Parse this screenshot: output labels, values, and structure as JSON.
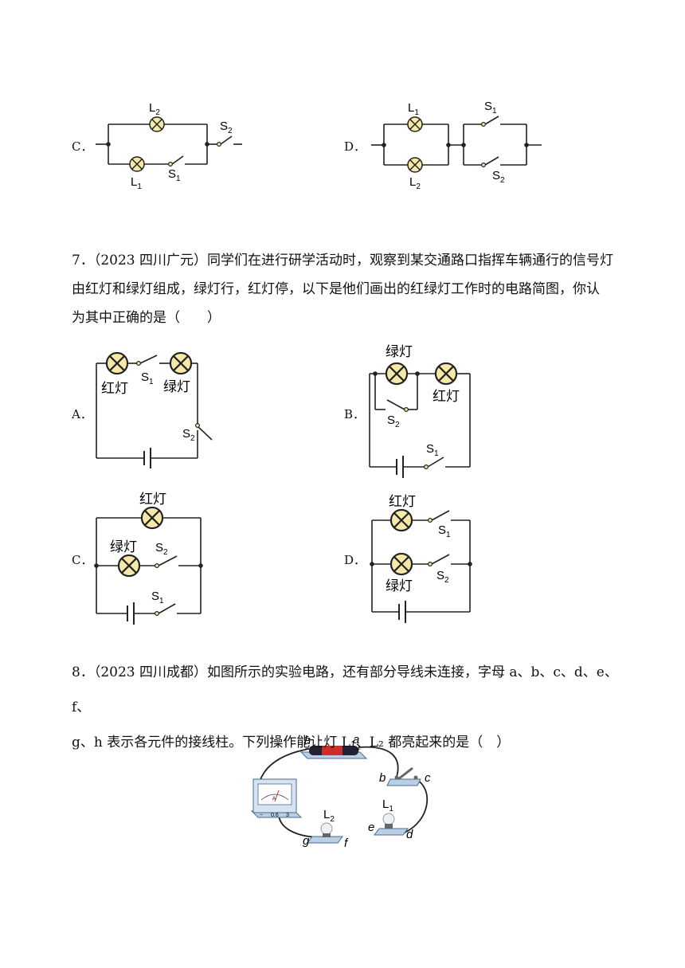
{
  "q6": {
    "optC": "C．",
    "optD": "D．",
    "c_labels": {
      "l2": "L",
      "l2s": "2",
      "l1": "L",
      "l1s": "1",
      "s2": "S",
      "s2s": "2",
      "s1": "S",
      "s1s": "1"
    },
    "d_labels": {
      "l1": "L",
      "l1s": "1",
      "l2": "L",
      "l2s": "2",
      "s1": "S",
      "s1s": "1",
      "s2": "S",
      "s2s": "2"
    }
  },
  "q7": {
    "line1": "7．（2023 四川广元）同学们在进行研学活动时，观察到某交通路口指挥车辆通行的信号灯",
    "line2": "由红灯和绿灯组成，绿灯行，红灯停，以下是他们画出的红绿灯工作时的电路简图，你认",
    "line3": "为其中正确的是（　　）",
    "optA": "A．",
    "optB": "B．",
    "optC": "C．",
    "optD": "D．",
    "red": "红灯",
    "green": "绿灯",
    "s1": "S",
    "s1s": "1",
    "s2": "S",
    "s2s": "2"
  },
  "q8": {
    "line1": "8．（2023 四川成都）如图所示的实验电路，还有部分导线未连接，字母 a、b、c、d、e、f、",
    "line2": "g、h 表示各元件的接线柱。下列操作能让灯 L₁、L₂ 都亮起来的是（　）",
    "terminals": {
      "a": "a",
      "b": "b",
      "c": "c",
      "d": "d",
      "e": "e",
      "f": "f",
      "g": "g",
      "h": "h"
    },
    "l1": "L",
    "l1s": "1",
    "l2": "L",
    "l2s": "2",
    "meter_scale": "A",
    "meter_t1": "0.6",
    "meter_t2": "3",
    "minus": "−",
    "plus": "+"
  },
  "colors": {
    "lamp_fill": "#f6e9a8",
    "wire": "#222222",
    "board": "#b9cfe6"
  }
}
